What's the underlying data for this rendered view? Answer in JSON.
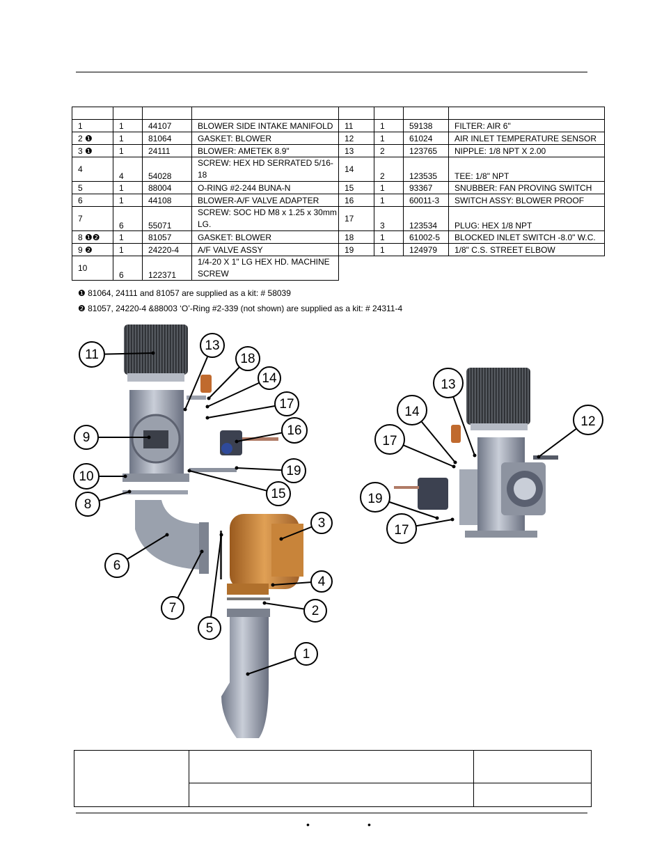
{
  "parts_table": {
    "left_rows": [
      {
        "item": "1",
        "note": "",
        "qty": "1",
        "part": "44107",
        "desc": "BLOWER SIDE INTAKE MANIFOLD"
      },
      {
        "item": "2",
        "note": "❶",
        "qty": "1",
        "part": "81064",
        "desc": "GASKET: BLOWER"
      },
      {
        "item": "3",
        "note": "❶",
        "qty": "1",
        "part": "24111",
        "desc": "BLOWER: AMETEK 8.9\""
      },
      {
        "item": "4",
        "note": "",
        "qty": "4",
        "part": "54028",
        "desc": "SCREW: HEX HD SERRATED 5/16-18"
      },
      {
        "item": "5",
        "note": "",
        "qty": "1",
        "part": "88004",
        "desc": "O-RING #2-244 BUNA-N"
      },
      {
        "item": "6",
        "note": "",
        "qty": "1",
        "part": "44108",
        "desc": "BLOWER-A/F VALVE ADAPTER"
      },
      {
        "item": "7",
        "note": "",
        "qty": "6",
        "part": "55071",
        "desc": "SCREW: SOC HD M8 x 1.25 x 30mm LG."
      },
      {
        "item": "8",
        "note": "❶❷",
        "qty": "1",
        "part": "81057",
        "desc": "GASKET: BLOWER"
      },
      {
        "item": "9",
        "note": "❷",
        "qty": "1",
        "part": "24220-4",
        "desc": "A/F VALVE ASSY"
      },
      {
        "item": "10",
        "note": "",
        "qty": "6",
        "part": "122371",
        "desc": "1/4-20 X 1\" LG HEX HD. MACHINE SCREW"
      }
    ],
    "right_rows": [
      {
        "item": "11",
        "qty": "1",
        "part": "59138",
        "desc": "FILTER: AIR 6\""
      },
      {
        "item": "12",
        "qty": "1",
        "part": "61024",
        "desc": "AIR INLET TEMPERATURE SENSOR"
      },
      {
        "item": "13",
        "qty": "2",
        "part": "123765",
        "desc": "NIPPLE: 1/8 NPT X  2.00"
      },
      {
        "item": "14",
        "qty": "2",
        "part": "123535",
        "desc": "TEE: 1/8\" NPT"
      },
      {
        "item": "15",
        "qty": "1",
        "part": "93367",
        "desc": "SNUBBER: FAN PROVING SWITCH"
      },
      {
        "item": "16",
        "qty": "1",
        "part": "60011-3",
        "desc": "SWITCH ASSY: BLOWER PROOF"
      },
      {
        "item": "17",
        "qty": "3",
        "part": "123534",
        "desc": "PLUG: HEX 1/8 NPT"
      },
      {
        "item": "18",
        "qty": "1",
        "part": "61002-5",
        "desc": "BLOCKED INLET SWITCH -8.0\" W.C."
      },
      {
        "item": "19",
        "qty": "1",
        "part": "124979",
        "desc": "1/8\" C.S. STREET ELBOW"
      }
    ]
  },
  "notes": {
    "kit1": "❶ 81064, 24111 and 81057 are supplied as a kit: # 58039",
    "kit2": "❷ 81057, 24220-4 &88003 ‘O’-Ring #2-339 (not shown) are supplied as a kit: # 24311-4"
  },
  "callouts": {
    "left": [
      "11",
      "13",
      "18",
      "14",
      "17",
      "16",
      "9",
      "10",
      "19",
      "15",
      "8",
      "3",
      "6",
      "4",
      "2",
      "7",
      "5",
      "1"
    ],
    "right": [
      "13",
      "14",
      "12",
      "17",
      "19",
      "17"
    ]
  },
  "colors": {
    "steel": "#8f96a6",
    "blower": "#c8843a",
    "filter": "#3a3d42",
    "switch_blue": "#2f4a9a"
  }
}
